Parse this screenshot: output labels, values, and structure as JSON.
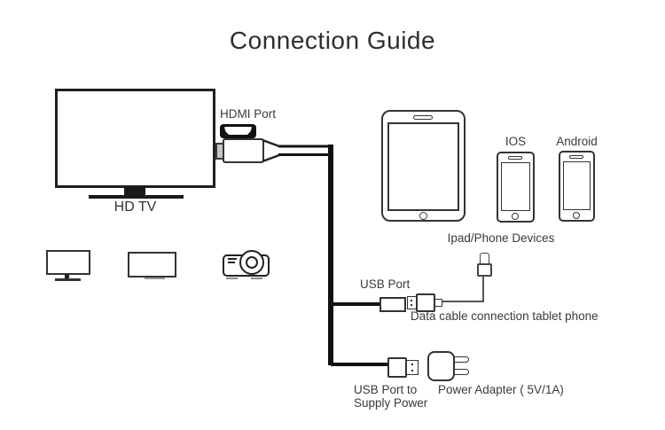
{
  "title": "Connection Guide",
  "diagram": {
    "tv": {
      "label": "HD TV"
    },
    "hdmi": {
      "port_label": "HDMI Port"
    },
    "devices": {
      "ios_label": "IOS",
      "android_label": "Android",
      "group_label": "Ipad/Phone Devices"
    },
    "usb": {
      "port_label": "USB Port",
      "data_cable_label": "Data cable connection tablet phone"
    },
    "power": {
      "usb_label_line1": "USB Port to",
      "usb_label_line2": "Supply Power",
      "adapter_label": "Power Adapter ( 5V/1A)"
    }
  },
  "colors": {
    "outline": "#333333",
    "cable": "#111111",
    "text": "#3a3a3a",
    "background": "#ffffff"
  }
}
